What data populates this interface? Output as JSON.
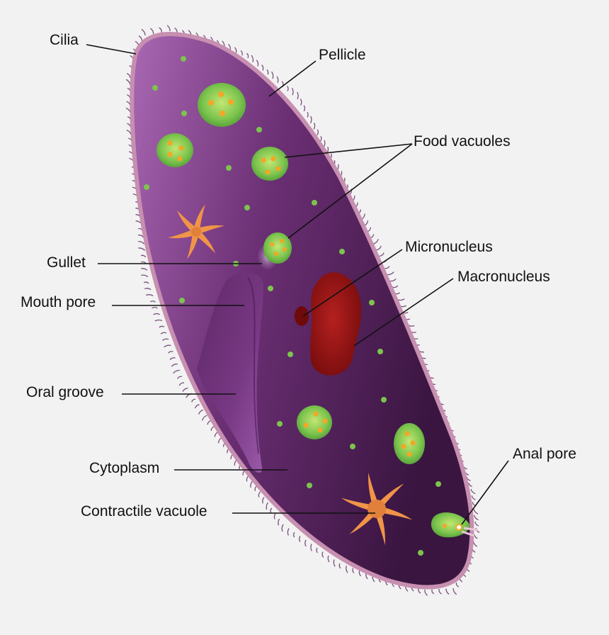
{
  "diagram": {
    "labels": {
      "cilia": "Cilia",
      "pellicle": "Pellicle",
      "food_vacuoles": "Food vacuoles",
      "gullet": "Gullet",
      "micronucleus": "Micronucleus",
      "macronucleus": "Macronucleus",
      "mouth_pore": "Mouth pore",
      "oral_groove": "Oral groove",
      "cytoplasm": "Cytoplasm",
      "contractile_vacuole": "Contractile vacuole",
      "anal_pore": "Anal pore"
    },
    "colors": {
      "background": "#f2f2f2",
      "cell_light": "#9a5aa6",
      "cell_dark": "#3f1845",
      "pellicle": "#c78fb0",
      "cilia": "#7a4f7e",
      "vacuole": "#7cc44e",
      "vacuole_center": "#b9e06a",
      "granule": "#f5a623",
      "macronucleus": "#9b1414",
      "micronucleus": "#6e0a0a",
      "contractile": "#f09448",
      "label_line": "#111111"
    }
  }
}
